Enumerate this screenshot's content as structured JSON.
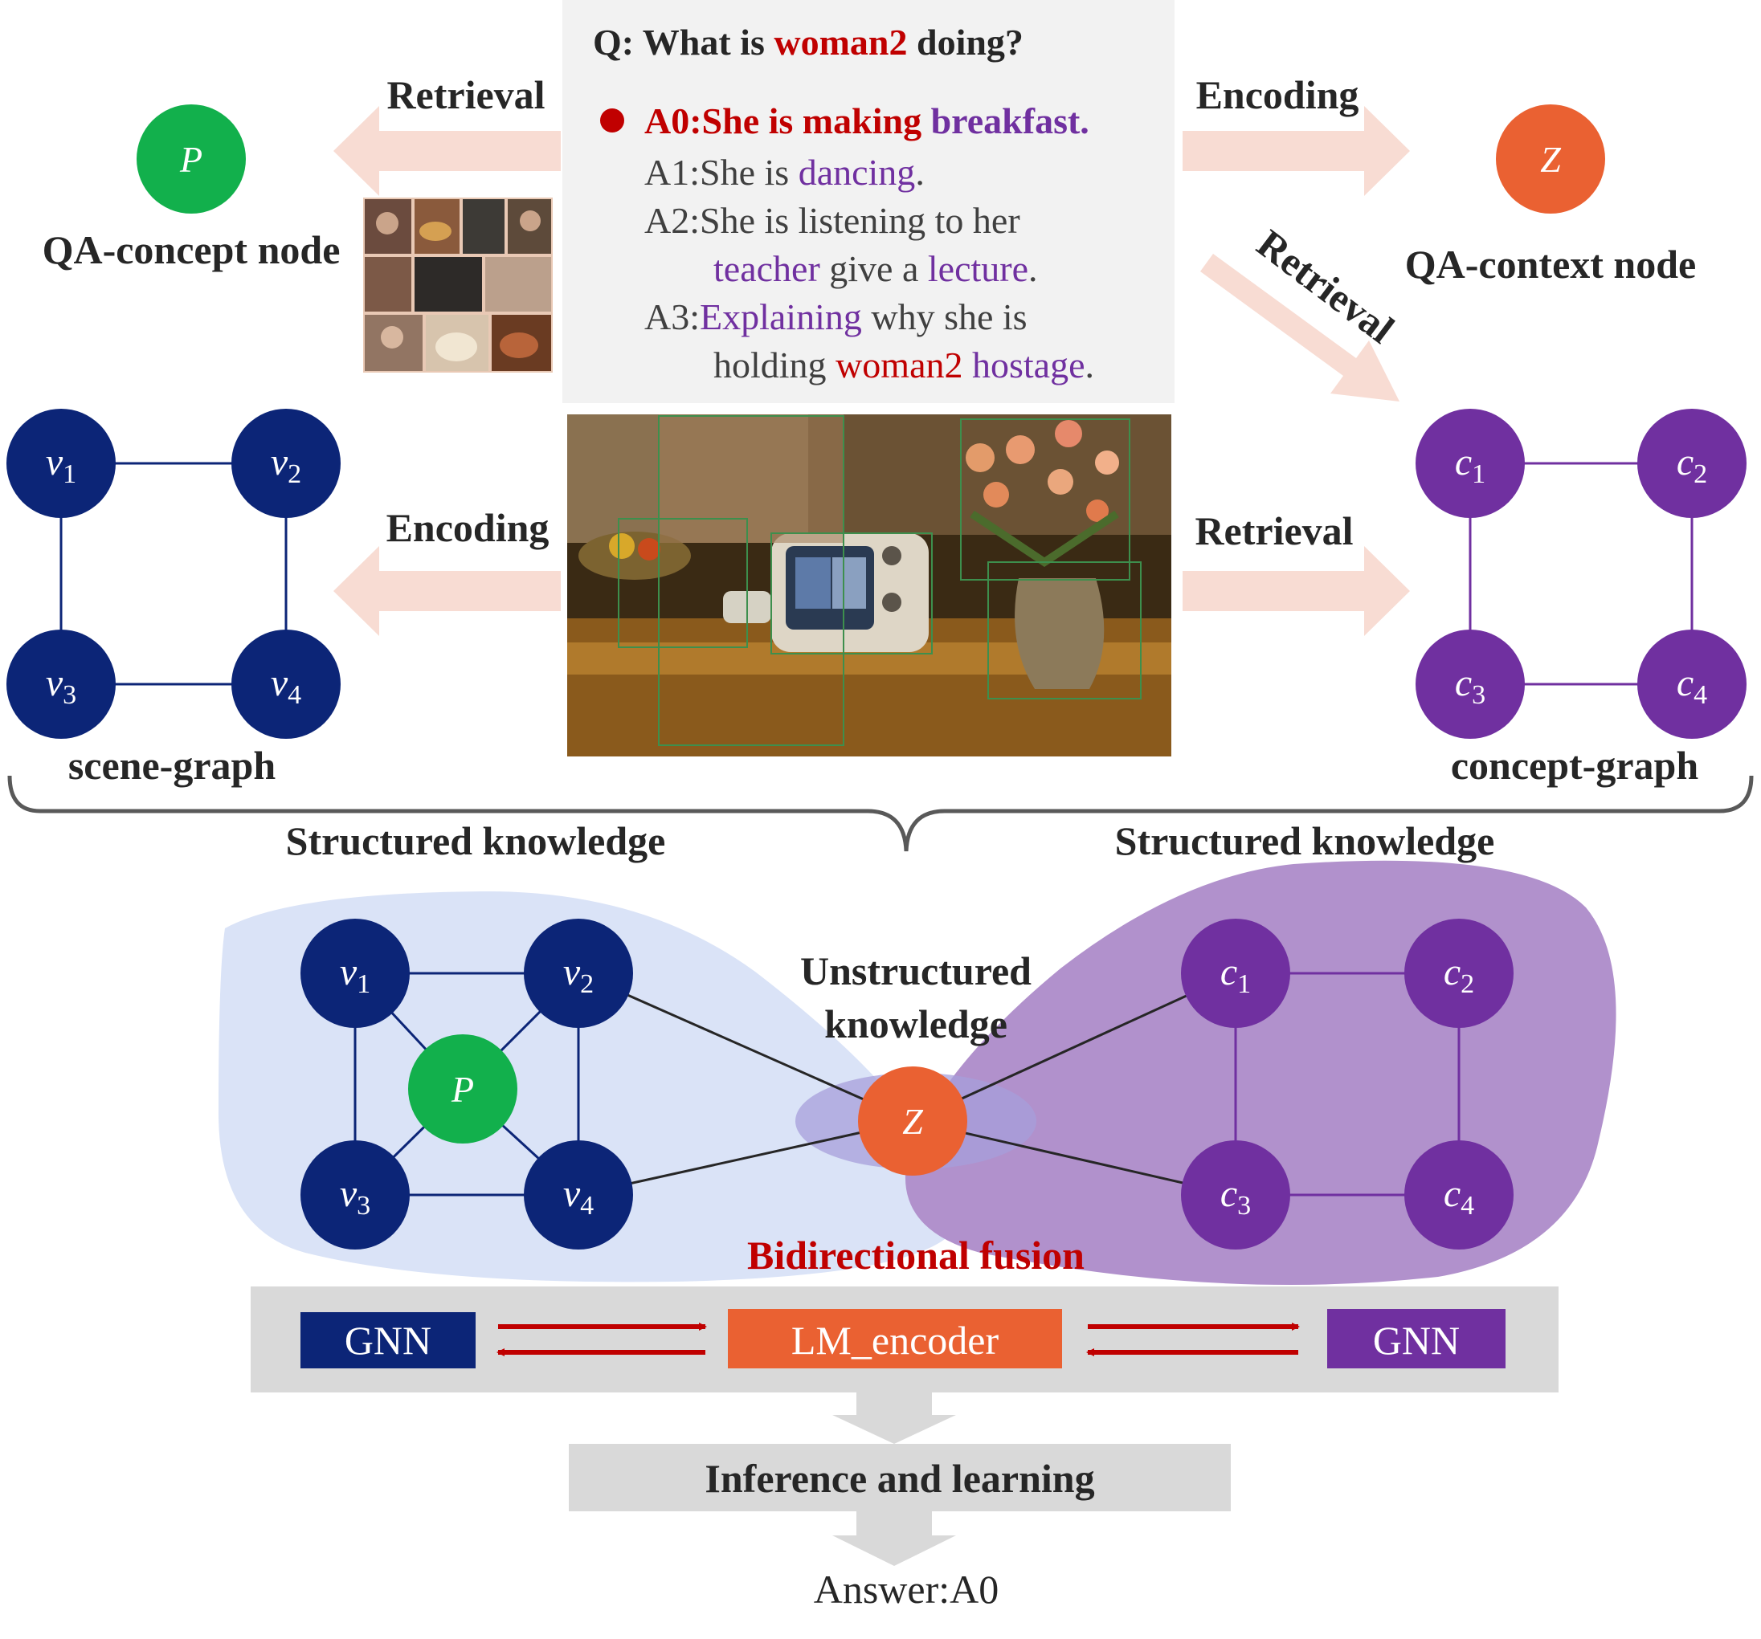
{
  "colors": {
    "navy": "#0c2577",
    "purple": "#7030a0",
    "green": "#12b04c",
    "orange": "#ea6132",
    "red": "#c00000",
    "arrow_pink": "#f8dcd3",
    "panel_gray": "#f2f2f2",
    "bar_gray": "#d9d9d9",
    "blob_blue": "#dae3f7",
    "blob_purple": "#b191cc"
  },
  "question": {
    "prefix": "Q: What is ",
    "subject": "woman2",
    "suffix": " doing?"
  },
  "answers": {
    "a0_label": "A0:She is making ",
    "a0_keyword": "breakfast.",
    "a1_prefix": "A1:She is ",
    "a1_keyword": "dancing",
    "a1_suffix": ".",
    "a2_line1": "A2:She is listening to her",
    "a2_kw1": "teacher",
    "a2_mid": " give a ",
    "a2_kw2": "lecture",
    "a2_end": ".",
    "a3_prefix": "A3:",
    "a3_kw": "Explaining",
    "a3_rest": " why she is",
    "a3_line2_prefix": "holding ",
    "a3_line2_kw1": "woman2",
    "a3_line2_kw2": "hostage",
    "a3_line2_end": "."
  },
  "labels": {
    "retrieval_top_left": "Retrieval",
    "encoding_top_right": "Encoding",
    "retrieval_diagonal": "Retrieval",
    "encoding_mid_left": "Encoding",
    "retrieval_mid_right": "Retrieval",
    "qa_concept_node": "QA-concept node",
    "qa_context_node": "QA-context node",
    "scene_graph": "scene-graph",
    "concept_graph": "concept-graph",
    "structured_left": "Structured knowledge",
    "structured_right": "Structured knowledge",
    "unstructured_line1": "Unstructured",
    "unstructured_line2": "knowledge",
    "bidirectional": "Bidirectional fusion",
    "gnn_left": "GNN",
    "lm_encoder": "LM_encoder",
    "gnn_right": "GNN",
    "inference": "Inference and learning",
    "answer": "Answer:A0"
  },
  "nodes": {
    "p": "P",
    "z": "Z",
    "v_base": "v",
    "c_base": "c",
    "sub1": "1",
    "sub2": "2",
    "sub3": "3",
    "sub4": "4"
  }
}
